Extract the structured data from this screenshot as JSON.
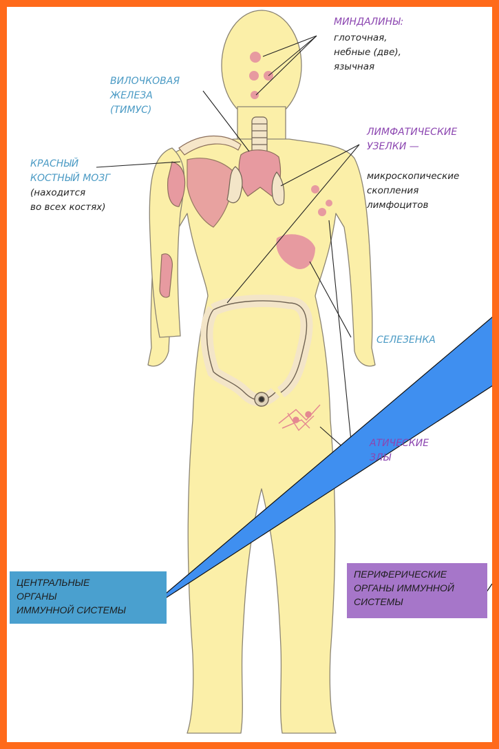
{
  "labels": {
    "tonsils_title": "МИНДАЛИНЫ:",
    "tonsils_body": "глоточная,\nнебные (две),\nязычная",
    "thymus": "ВИЛОЧКОВАЯ\nЖЕЛЕЗА\n(ТИМУС)",
    "marrow_title": "КРАСНЫЙ\nКОСТНЫЙ МОЗГ",
    "marrow_body": "(находится\nво всех костях)",
    "nodules_title": "ЛИМФАТИЧЕСКИЕ\nУЗЕЛКИ —",
    "nodules_body": "микроскопические\nскопления\nлимфоцитов",
    "spleen": "СЕЛЕЗЕНКА",
    "nodes_partial": "АТИЧЕСКИЕ\nЗЛЫ"
  },
  "boxes": {
    "central": "ЦЕНТРАЛЬНЫЕ\nОРГАНЫ\nИММУННОЙ СИСТЕМЫ",
    "peripheral": "ПЕРИФЕРИЧЕСКИЕ\nОРГАНЫ ИММУННОЙ\nСИСТЕМЫ"
  },
  "colors": {
    "frame": "#ff6a1a",
    "body": "#fbefa8",
    "organ": "#e79aa0",
    "central_box": "#4aa0cf",
    "peripheral_box": "#a676c9",
    "callout": "#3f8ff0"
  }
}
